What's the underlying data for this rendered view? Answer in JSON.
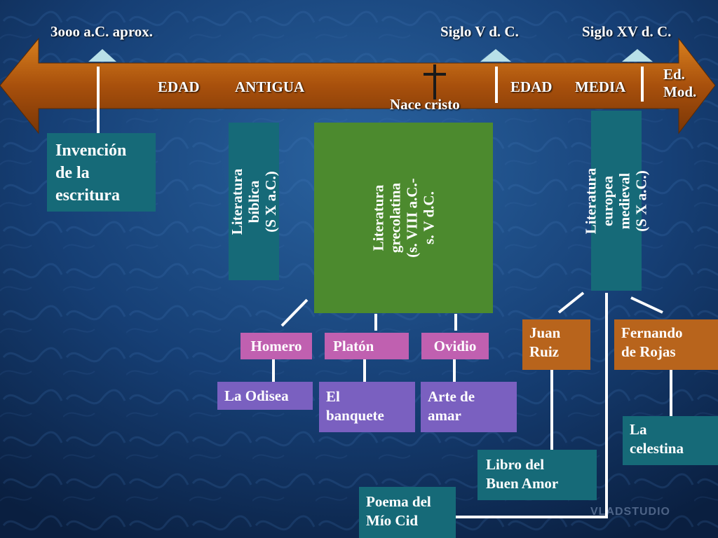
{
  "timeline": {
    "top_labels": [
      "3ooo a.C. aprox.",
      "Siglo V d. C.",
      "Siglo XV d. C."
    ],
    "age_ancient_1": "EDAD",
    "age_ancient_2": "ANTIGUA",
    "age_medieval_1": "EDAD",
    "age_medieval_2": "MEDIA",
    "age_modern": "Ed.\nMod.",
    "christ_label": "Nace cristo",
    "colors": {
      "arrow": "#b85a10",
      "background": "#123a6a"
    }
  },
  "boxes": {
    "invention": "Invención\nde la\nescritura",
    "biblical": "Literatura bíblica\n(S X a.C.)",
    "grecolatin": "Literatura grecolatina\n(s. VIII a.C.- s. V d.C.",
    "medieval": "Literatura europea\nmedieval  (S X a.C.)"
  },
  "authors": {
    "homero": "Homero",
    "platon": "Platón",
    "ovidio": "Ovidio",
    "juan_ruiz": "Juan\nRuiz",
    "fernando": " Fernando\nde Rojas"
  },
  "works": {
    "odisea": "La Odisea",
    "banquete": "El\nbanquete",
    "arte": "Arte de\namar",
    "celestina": "La\ncelestina",
    "buen_amor": "Libro del\nBuen Amor",
    "mio_cid": "Poema del\nMío Cid"
  },
  "watermark": "VLADSTUDIO"
}
